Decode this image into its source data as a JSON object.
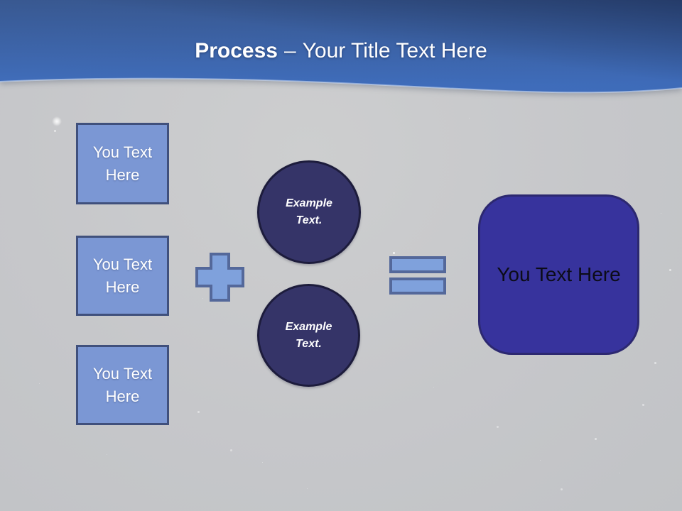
{
  "slide": {
    "header": {
      "title_primary": "Process",
      "title_separator": "–",
      "title_secondary": "Your Title Text Here"
    },
    "equation": {
      "inputs": [
        {
          "label": "You Text Here"
        },
        {
          "label": "You Text Here"
        },
        {
          "label": "You Text Here"
        }
      ],
      "operators": {
        "plus_icon": "plus-shape",
        "equals_icon": "equals-shape"
      },
      "circles": [
        {
          "label": "Example Text."
        },
        {
          "label": "Example Text."
        }
      ],
      "result": {
        "label": "You Text Here"
      }
    },
    "colors": {
      "header_blue_top": "#3b5c96",
      "header_blue_bottom": "#4170c0",
      "header_overlay_dark": "#101c3c",
      "background_gray": "#c6c7ca",
      "box_fill": "#7b97d4",
      "box_border": "#40507c",
      "operator_fill": "#7fa1dc",
      "operator_border": "#54689a",
      "circle_fill": "#353468",
      "circle_border": "#1d1c3c",
      "result_fill": "#37339d",
      "result_border": "#2c2870"
    }
  }
}
